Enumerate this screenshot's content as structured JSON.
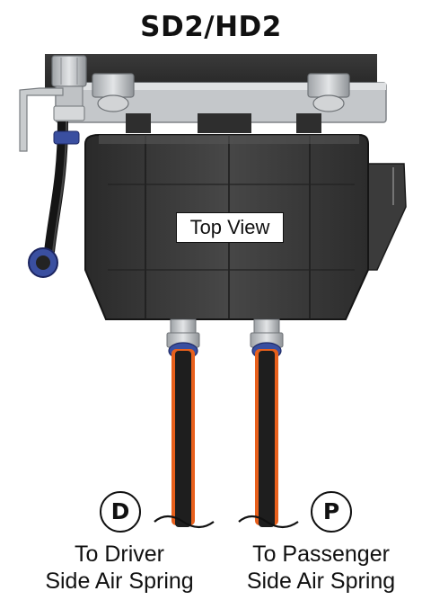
{
  "title": "SD2/HD2",
  "view_label": "Top View",
  "driver": {
    "letter": "D",
    "line1": "To Driver",
    "line2": "Side Air Spring"
  },
  "passenger": {
    "letter": "P",
    "line1": "To Passenger",
    "line2": "Side Air Spring"
  },
  "colors": {
    "housing": "#3c3c3c",
    "hose": "#1e1e1e",
    "hose_accent": "#e8601c",
    "bracket": "#b9bcbf",
    "clip": "#3a4fa0"
  }
}
